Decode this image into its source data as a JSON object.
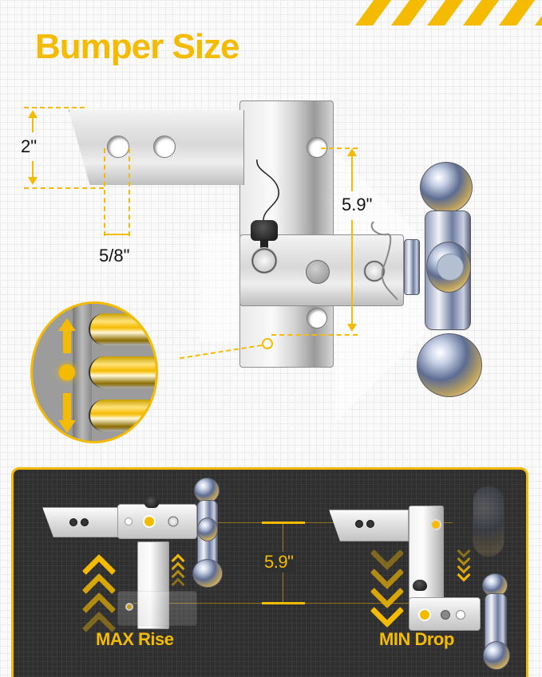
{
  "header": {
    "title": "Bumper Size",
    "accent_color": "#f5bb00",
    "stripes_count": 6
  },
  "diagram_top": {
    "dimensions": {
      "shank_height": "2\"",
      "pin_hole_diameter": "5/8\"",
      "adjust_range": "5.9\""
    },
    "zoom_detail": {
      "subject": "locking teeth detail",
      "icons": [
        "arrow-up-icon",
        "center-dot-icon",
        "arrow-down-icon"
      ]
    }
  },
  "panel": {
    "background_color": "#2f2f30",
    "border_color": "#f5bb00",
    "left_label": "MAX Rise",
    "right_label": "MIN Drop",
    "center_dimension": "5.9\""
  }
}
